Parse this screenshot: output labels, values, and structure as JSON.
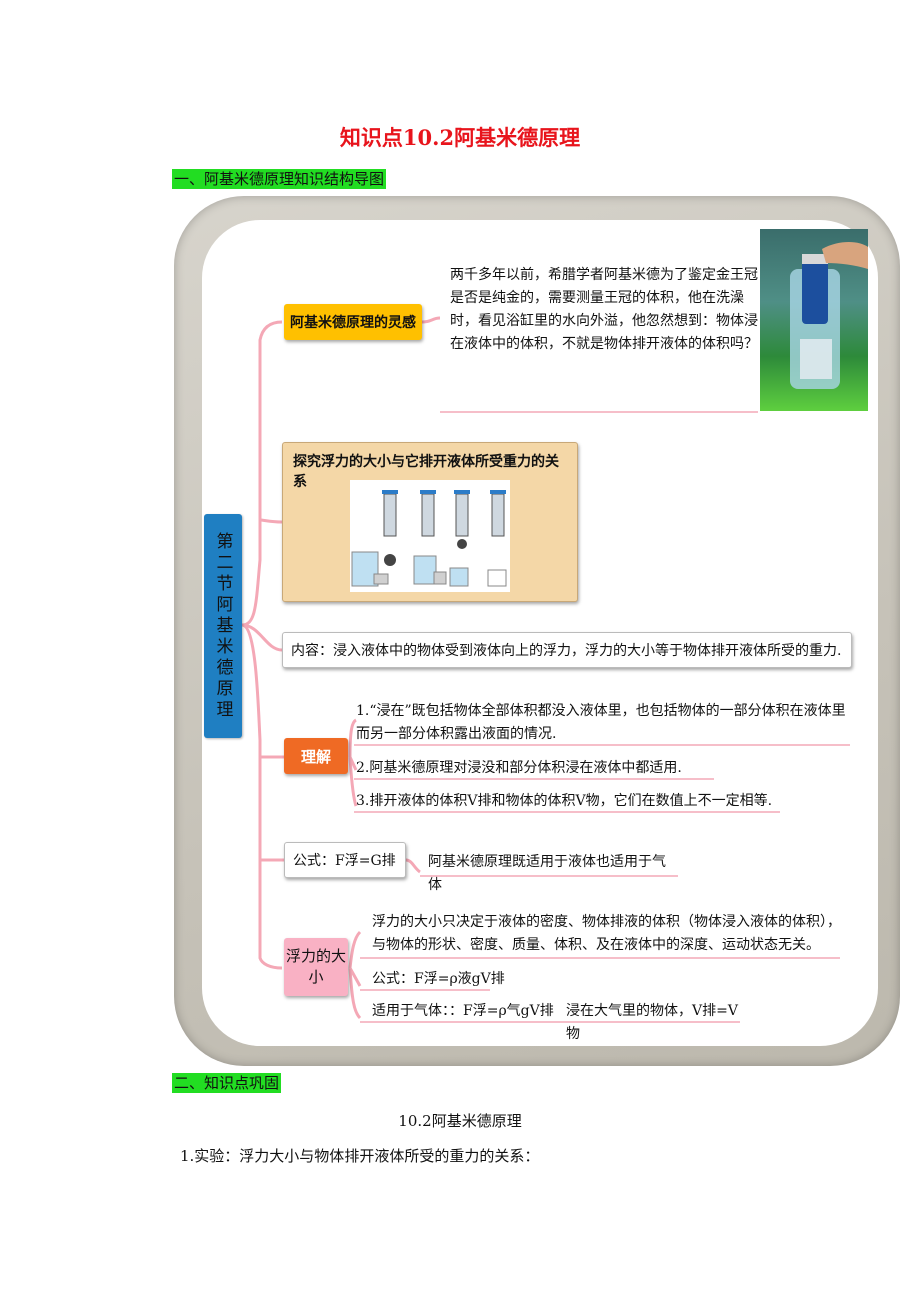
{
  "doc_title": "知识点10.2阿基米德原理",
  "section1_heading": "一、阿基米德原理知识结构导图",
  "section2_heading": "二、知识点巩固",
  "mindmap": {
    "root": "第二节阿基米德原理",
    "inspiration": {
      "label": "阿基米德原理的灵感",
      "text": "两千多年以前，希腊学者阿基米德为了鉴定金王冠是否是纯金的，需要测量王冠的体积，他在洗澡时，看见浴缸里的水向外溢，他忽然想到：物体浸在液体中的体积，不就是物体排开液体的体积吗？"
    },
    "experiment": {
      "label": "探究浮力的大小与它排开液体所受重力的关系"
    },
    "content": {
      "text": "内容：浸入液体中的物体受到液体向上的浮力，浮力的大小等于物体排开液体所受的重力."
    },
    "understanding": {
      "label": "理解",
      "items": [
        "1.“浸在”既包括物体全部体积都没入液体里，也包括物体的一部分体积在液体里而另一部分体积露出液面的情况.",
        "2.阿基米德原理对浸没和部分体积浸在液体中都适用.",
        "3.排开液体的体积V排和物体的体积V物，它们在数值上不一定相等."
      ]
    },
    "formula": {
      "label": "公式：F浮=G排",
      "note": "阿基米德原理既适用于液体也适用于气体"
    },
    "buoyancy": {
      "label": "浮力的大小",
      "text": "浮力的大小只决定于液体的密度、物体排液的体积（物体浸入液体的体积），与物体的形状、密度、质量、体积、及在液体中的深度、运动状态无关。",
      "formula": "公式：F浮=ρ液gV排",
      "gas": "适用于气体：：F浮=ρ气gV排",
      "gas_note": "浸在大气里的物体，V排=V物"
    }
  },
  "subtitle": "10.2阿基米德原理",
  "question1": "1.实验：浮力大小与物体排开液体所受的重力的关系："
}
